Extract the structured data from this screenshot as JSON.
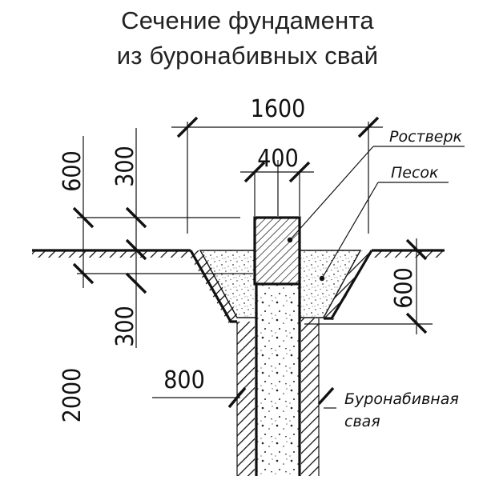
{
  "title": {
    "line1": "Сечение фундамента",
    "line2": "из буронабивных свай"
  },
  "dimensions": {
    "width_top": "1600",
    "width_grillage": "400",
    "width_pile": "800",
    "left_600": "600",
    "left_300_top": "300",
    "left_300_bottom": "300",
    "left_2000": "2000",
    "right_600": "600"
  },
  "labels": {
    "rostverk": "Ростверк",
    "pesok": "Песок",
    "pile_line1": "Буронабивная",
    "pile_line2": "свая"
  },
  "colors": {
    "ink": "#111111",
    "background": "#ffffff"
  }
}
